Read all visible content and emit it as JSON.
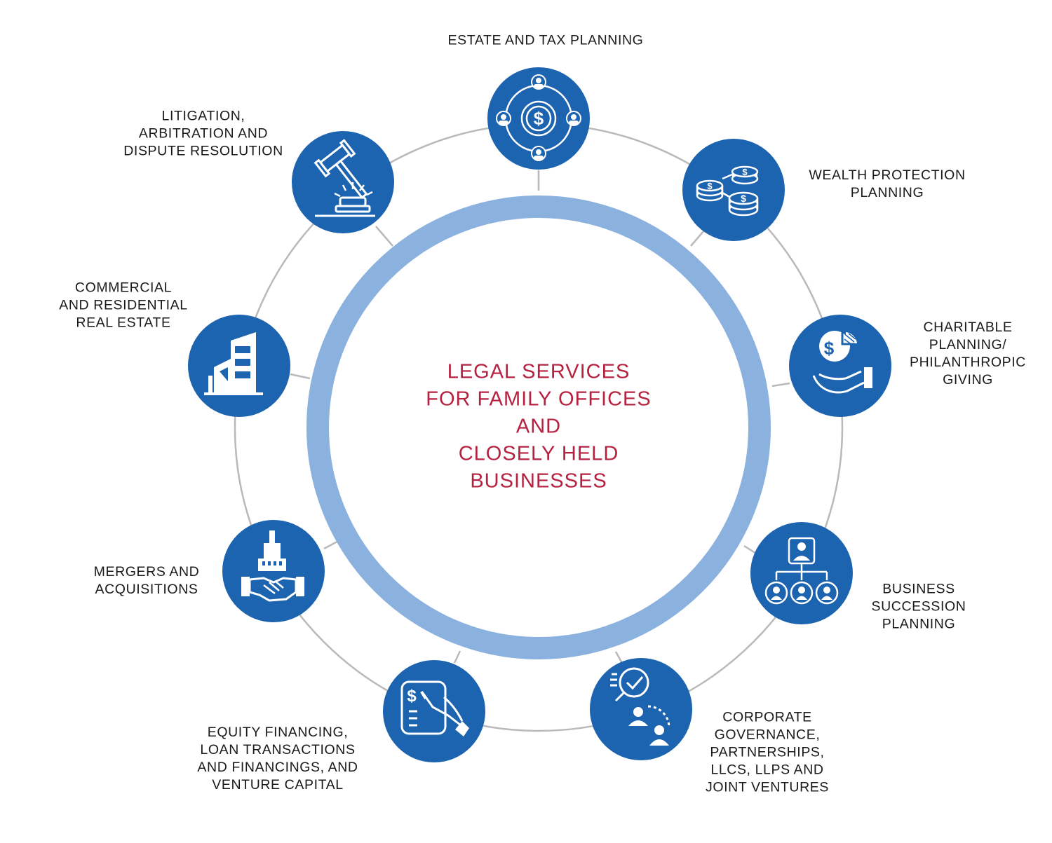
{
  "diagram": {
    "center_title": "LEGAL SERVICES\nFOR FAMILY OFFICES\nAND\nCLOSELY HELD\nBUSINESSES",
    "colors": {
      "node_fill": "#1c63b0",
      "ring": "#8bb1df",
      "orbit": "#b9b9b9",
      "title": "#b5213f",
      "icon": "#ffffff"
    },
    "services": [
      {
        "label": "ESTATE AND TAX PLANNING",
        "icon": "dollar-network-icon"
      },
      {
        "label": "WEALTH PROTECTION\nPLANNING",
        "icon": "coins-icon"
      },
      {
        "label": "CHARITABLE\nPLANNING/\nPHILANTHROPIC\nGIVING",
        "icon": "giving-hand-icon"
      },
      {
        "label": "BUSINESS\nSUCCESSION\nPLANNING",
        "icon": "org-chart-icon"
      },
      {
        "label": "CORPORATE\nGOVERNANCE,\nPARTNERSHIPS,\nLLCS, LLPS AND\nJOINT VENTURES",
        "icon": "magnifier-check-icon"
      },
      {
        "label": "EQUITY FINANCING,\nLOAN TRANSACTIONS\nAND FINANCINGS, AND\nVENTURE CAPITAL",
        "icon": "signing-document-icon"
      },
      {
        "label": "MERGERS AND\nACQUISITIONS",
        "icon": "handshake-building-icon"
      },
      {
        "label": "COMMERCIAL\nAND RESIDENTIAL\nREAL ESTATE",
        "icon": "building-icon"
      },
      {
        "label": "LITIGATION,\nARBITRATION AND\nDISPUTE RESOLUTION",
        "icon": "gavel-icon"
      }
    ]
  }
}
